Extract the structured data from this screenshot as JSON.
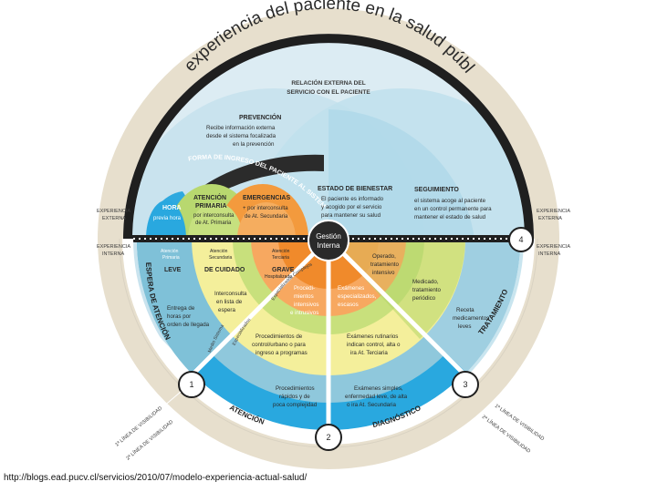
{
  "title": "La experiencia del paciente en la salud pública",
  "relacion_externa": [
    "RELACIÓN EXTERNA DEL",
    "SERVICIO CON EL PACIENTE"
  ],
  "prevencion": {
    "heading": "PREVENCIÓN",
    "text": [
      "Recibe información externa",
      "desde el sistema focalizada",
      "en la prevención"
    ]
  },
  "forma_ingreso": "FORMA DE INGRESO DEL PACIENTE AL SISTEMA",
  "estado_bienestar": {
    "heading": "ESTADO DE BIENESTAR",
    "text": [
      "El paciente es informado",
      "y acogido por el servicio",
      "para mantener su salud"
    ]
  },
  "seguimiento": {
    "heading": "SEGUIMIENTO",
    "text": [
      "el sistema acoge al paciente",
      "en un control permanente para",
      "mantener el estado de salud"
    ]
  },
  "hora": {
    "heading": "HORA",
    "text": "previa hora"
  },
  "atencion_primaria": {
    "heading": [
      "ATENCIÓN",
      "PRIMARIA"
    ],
    "text": [
      "por interconsulta",
      "de At. Primaria"
    ]
  },
  "emergencias": {
    "heading": "EMERGENCIAS",
    "text": [
      "+ por interconsulta",
      "de At. Secundaria"
    ]
  },
  "side_labels": {
    "left_externa": [
      "EXPERIENCIA",
      "EXTERNA"
    ],
    "left_interna": [
      "EXPERIENCIA",
      "INTERNA"
    ],
    "right_externa": [
      "EXPERIENCIA",
      "EXTERNA"
    ],
    "right_interna": [
      "EXPERIENCIA",
      "INTERNA"
    ]
  },
  "gestion": [
    "Gestión",
    "Interna"
  ],
  "levels": [
    {
      "top": [
        "Atención",
        "Primaria"
      ],
      "label": "LEVE"
    },
    {
      "top": [
        "Atención",
        "Secundaria"
      ],
      "label": "DE CUIDADO"
    },
    {
      "top": [
        "Atención",
        "Terciaria"
      ],
      "label": [
        "GRAVE",
        "Hospitalizado"
      ]
    }
  ],
  "espera": {
    "leve": [
      "Entrega de",
      "horas por",
      "orden de llegada"
    ],
    "cuidado": [
      "Interconsulta",
      "en lista de",
      "espera"
    ],
    "grave": [
      "Procedi-",
      "mientos",
      "intensivos",
      "e intrusivos"
    ]
  },
  "curve_labels": {
    "inner_a": "Medio Sistema",
    "inner_b": "Especializados",
    "inner_c": "Especializados Complejos"
  },
  "atencion_mid": [
    "Procedimientos de",
    "control/urbano o para",
    "ingreso a programas"
  ],
  "atencion_low": [
    "Procedimientos",
    "rápidos y de",
    "poca complejidad"
  ],
  "tratamiento": {
    "operado": [
      "Operado,",
      "tratamiento",
      "intensivo"
    ],
    "medicado": [
      "Medicado,",
      "tratamiento",
      "periódico"
    ],
    "receta": [
      "Receta",
      "medicamentos",
      "leves"
    ]
  },
  "diagnostico": {
    "especializados": [
      "Exámenes",
      "especializados,",
      "escasos"
    ],
    "rutinarios": [
      "Exámenes rutinarios",
      "indican control, alta o",
      "ira At. Terciaria"
    ],
    "simples": [
      "Exámenes simples,",
      "enfermedad leve, de alta",
      "o ira At. Secundaria"
    ]
  },
  "sector_titles": {
    "espera": "ESPERA DE ATENCIÓN",
    "atencion": "ATENCIÓN",
    "diagnostico": "DIAGNÓSTICO",
    "tratamiento": "TRATAMIENTO"
  },
  "numbers": [
    "1",
    "2",
    "3",
    "4"
  ],
  "visibilidad": {
    "left_1": "1ª LÍNEA DE VISIBILIDAD",
    "left_2": "2ª LÍNEA DE VISIBILIDAD",
    "right_1": "1ª LÍNEA DE VISIBILIDAD",
    "right_2": "2ª LÍNEA DE VISIBILIDAD"
  },
  "caption": "http://blogs.ead.pucv.cl/servicios/2010/07/modelo-experiencia-actual-salud/",
  "colors": {
    "beige": "#e7dfcd",
    "dark": "#1f1f1f",
    "light_blue": "#b7dbe9",
    "mid_blue": "#8fc8dc",
    "cyan": "#29a8df",
    "green": "#b5d66a",
    "yellow": "#f4ef9b",
    "orange": "#f08a2b",
    "light_orange": "#f7a860"
  }
}
